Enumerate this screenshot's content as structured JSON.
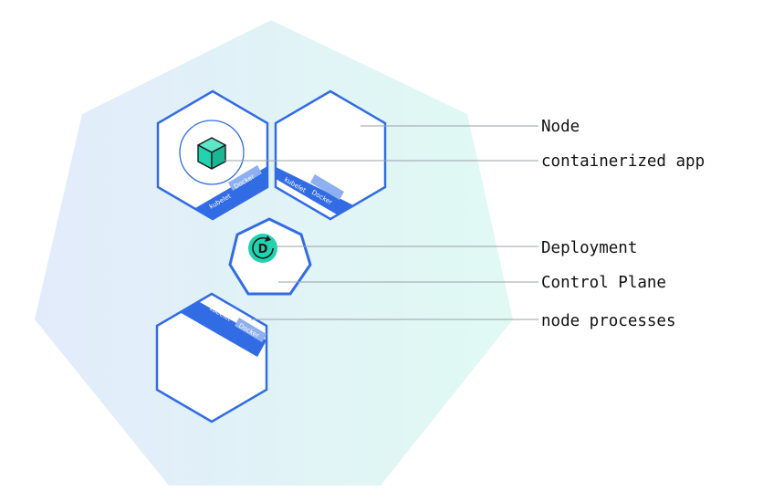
{
  "labels": {
    "node": "Node",
    "containerized_app": "containerized app",
    "deployment": "Deployment",
    "control_plane": "Control Plane",
    "node_processes": "node processes"
  },
  "node_tags": {
    "kubelet": "kubelet",
    "docker": "Docker"
  },
  "deployment_icon_letter": "D",
  "colors": {
    "cluster_fill_left": "#e2ebfb",
    "cluster_fill_right": "#e0faf3",
    "node_border": "#326ce5",
    "docker_tag": "#8fb0f0",
    "app_cube": "#22d3b0",
    "leader_line": "#9aa0a6",
    "text": "#111111"
  },
  "icons": [
    "cube-icon",
    "deployment-icon"
  ]
}
